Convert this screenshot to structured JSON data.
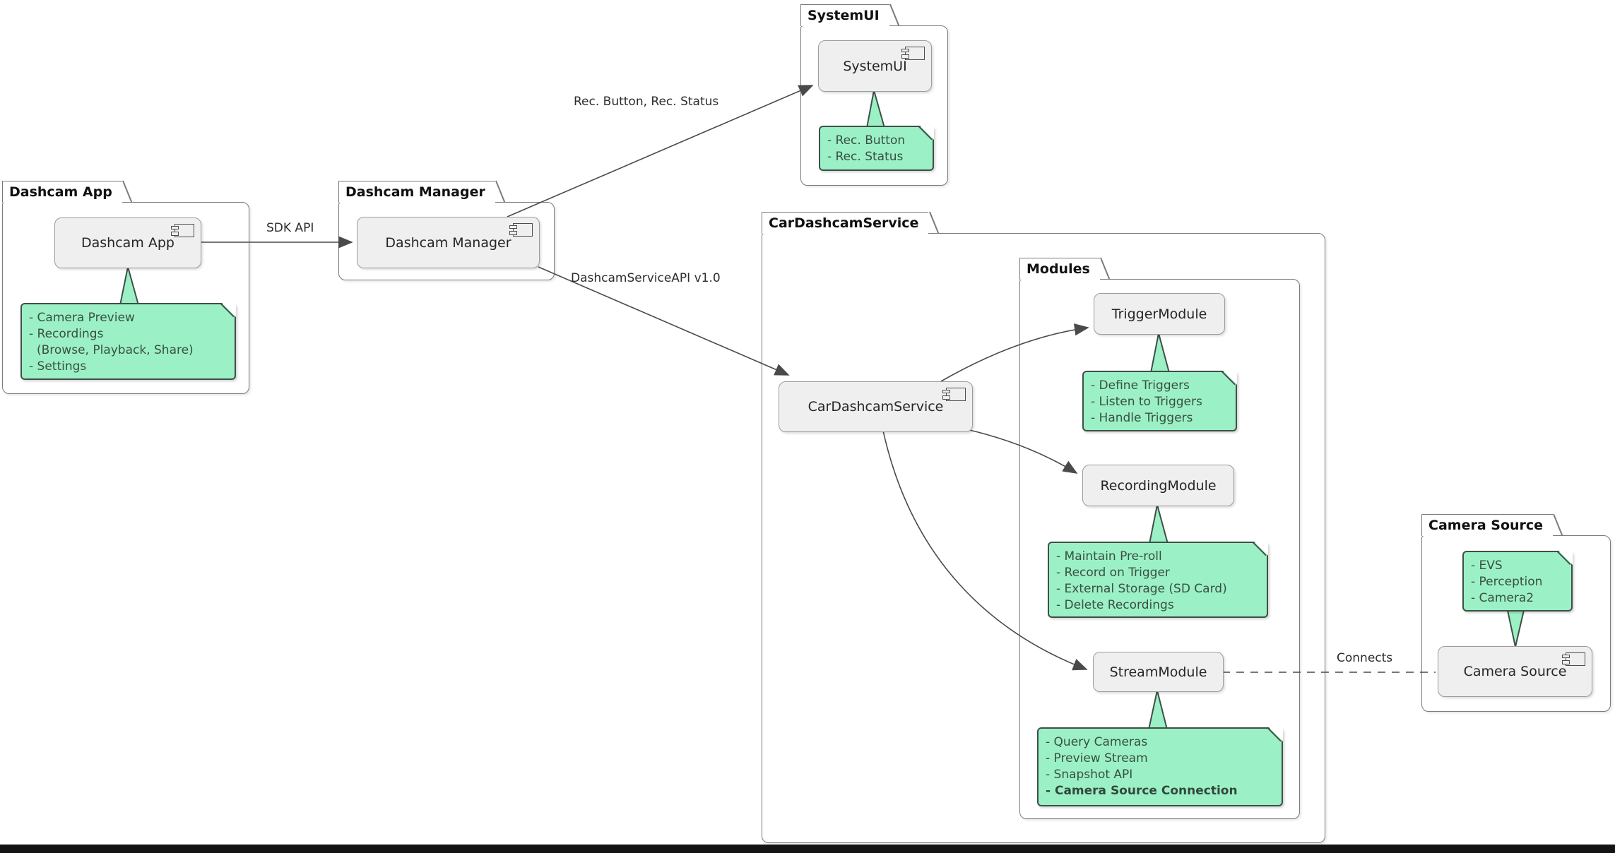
{
  "packages": {
    "dashcam_app": "Dashcam App",
    "dashcam_manager": "Dashcam Manager",
    "systemui": "SystemUI",
    "car_service": "CarDashcamService",
    "modules": "Modules",
    "camera_source": "Camera Source"
  },
  "components": {
    "dashcam_app": "Dashcam App",
    "dashcam_manager": "Dashcam Manager",
    "systemui": "SystemUI",
    "car_service": "CarDashcamService",
    "trigger_module": "TriggerModule",
    "recording_module": "RecordingModule",
    "stream_module": "StreamModule",
    "camera_source": "Camera Source"
  },
  "notes": {
    "dashcam_app": {
      "lines": [
        "- Camera Preview",
        "- Recordings",
        "(Browse, Playback, Share)",
        "- Settings"
      ]
    },
    "systemui": {
      "lines": [
        "- Rec. Button",
        "- Rec. Status"
      ]
    },
    "trigger": {
      "lines": [
        "- Define Triggers",
        "- Listen to Triggers",
        "- Handle Triggers"
      ]
    },
    "recording": {
      "lines": [
        "- Maintain Pre-roll",
        "- Record on Trigger",
        "- External Storage (SD Card)",
        "- Delete Recordings"
      ]
    },
    "stream": {
      "lines": [
        "- Query Cameras",
        "- Preview Stream",
        "- Snapshot API",
        "- Camera Source Connection"
      ]
    },
    "camera_source": {
      "lines": [
        "- EVS",
        "- Perception",
        "- Camera2"
      ]
    }
  },
  "edge_labels": {
    "sdk_api": "SDK API",
    "rec_button_status": "Rec. Button, Rec. Status",
    "service_api": "DashcamServiceAPI v1.0",
    "connects": "Connects"
  },
  "colors": {
    "note_fill": "#9bf1c5",
    "note_border": "#3f4f47",
    "component_fill": "#efefef",
    "package_border": "#7b7b7b",
    "line": "#4a4a4a"
  }
}
